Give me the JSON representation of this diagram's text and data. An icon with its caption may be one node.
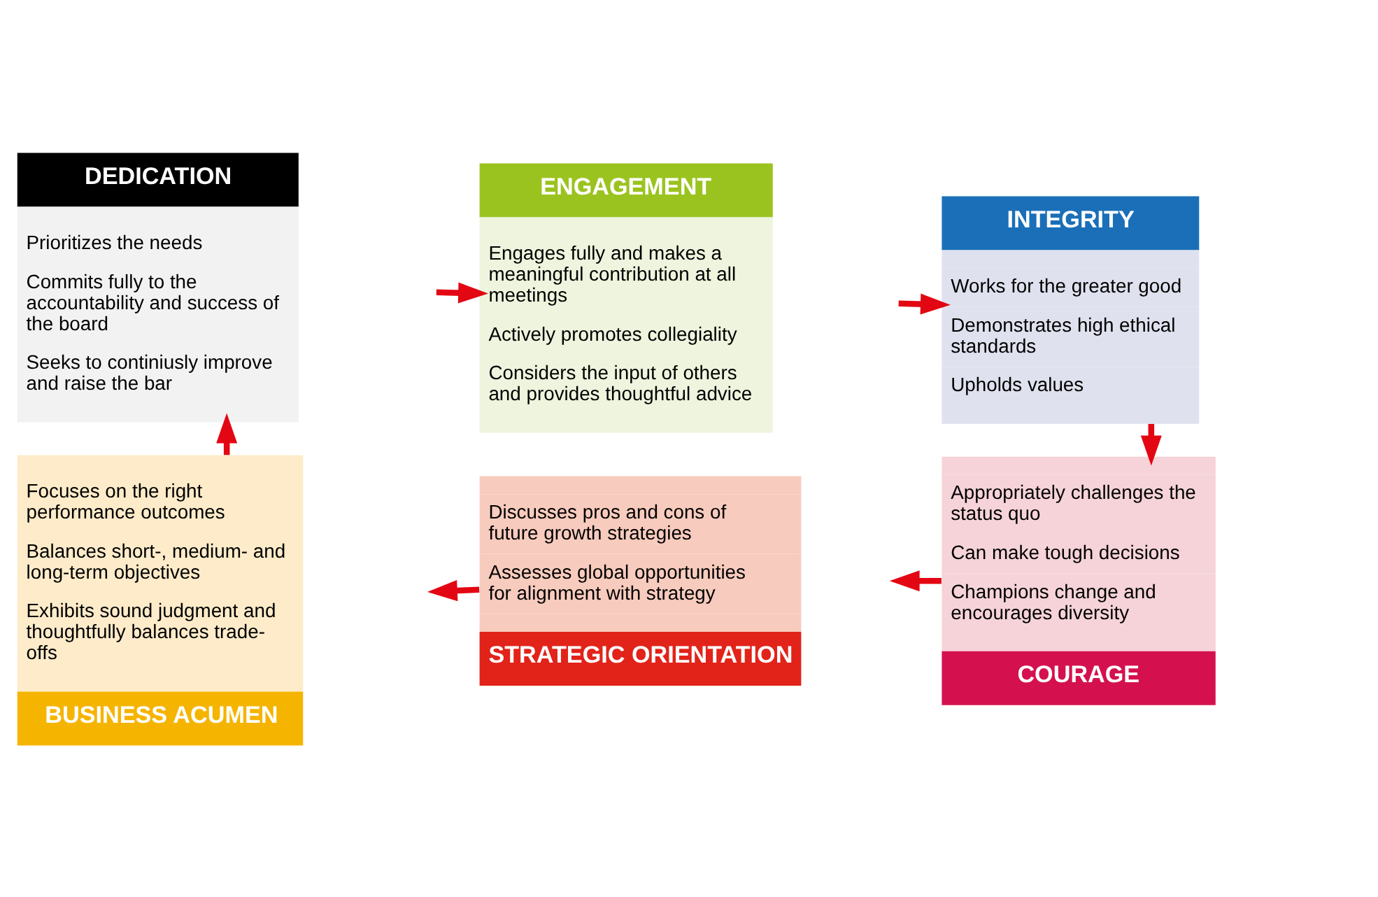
{
  "diagram": {
    "nodes": [
      {
        "text": [
          "DEDICATION",
          "Prioritizes the needs",
          "Commits fully to the accountability and success of the board",
          "Seeks to continiusly improve and raise the bar"
        ]
      },
      {
        "text": [
          "ENGAGEMENT",
          "Engages fully and makes a meaningful contribution at all meetings",
          "Actively promotes collegiality",
          "Considers the input of others and provides thoughtful advice"
        ]
      },
      {
        "text": [
          "INTEGRITY",
          "Works for the greater good",
          "Demonstrates high ethical standards",
          "Upholds values"
        ]
      },
      {
        "text": [
          "Focuses on the right performance outcomes",
          "Balances short-, medium- and long-term objectives",
          "Exhibits sound judgment and thoughtfully balances trade-offs",
          "BUSINESS ACUMEN"
        ]
      },
      {
        "text": [
          "Discusses pros and cons of future growth strategies",
          "Assesses global opportunities for alignment with strategy",
          "STRATEGIC ORIENTATION"
        ]
      },
      {
        "text": [
          "Appropriately challenges the status quo",
          "Can make tough decisions",
          "Champions change and encourages diversity",
          "COURAGE"
        ]
      }
    ],
    "edges": [
      {
        "from": 0,
        "to": 1,
        "arrow": "to"
      },
      {
        "from": 1,
        "to": 2,
        "arrow": "to"
      },
      {
        "from": 2,
        "to": 5,
        "arrow": "to"
      },
      {
        "from": 5,
        "to": 4,
        "arrow": "to"
      },
      {
        "from": 4,
        "to": 3,
        "arrow": "to"
      },
      {
        "from": 3,
        "to": 0,
        "arrow": "to"
      }
    ]
  }
}
